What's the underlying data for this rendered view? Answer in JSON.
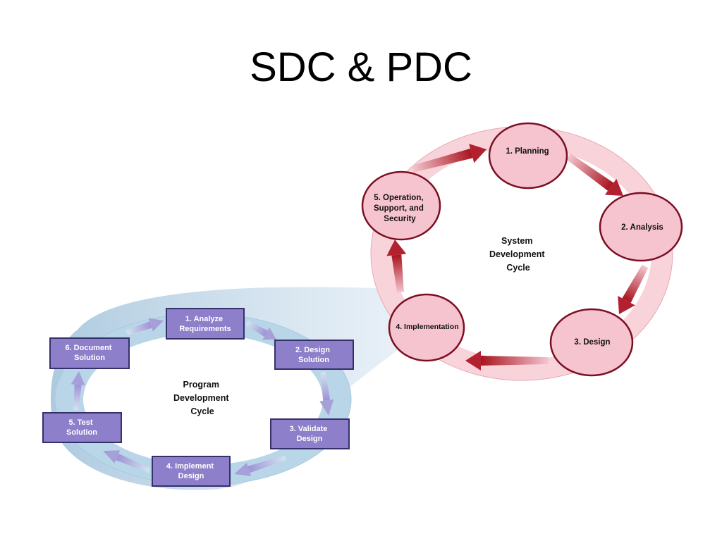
{
  "title": "SDC & PDC",
  "sdc": {
    "center_label": [
      "System",
      "Development",
      "Cycle"
    ],
    "steps": [
      {
        "lines": [
          "1. Planning"
        ]
      },
      {
        "lines": [
          "2. Analysis"
        ]
      },
      {
        "lines": [
          "3. Design"
        ]
      },
      {
        "lines": [
          "4. Implementation"
        ]
      },
      {
        "lines": [
          "5. Operation,",
          "Support, and",
          "Security"
        ]
      }
    ]
  },
  "pdc": {
    "center_label": [
      "Program",
      "Development",
      "Cycle"
    ],
    "steps": [
      {
        "lines": [
          "1. Analyze",
          "Requirements"
        ]
      },
      {
        "lines": [
          "2. Design",
          "Solution"
        ]
      },
      {
        "lines": [
          "3. Validate",
          "Design"
        ]
      },
      {
        "lines": [
          "4. Implement",
          "Design"
        ]
      },
      {
        "lines": [
          "5. Test",
          "Solution"
        ]
      },
      {
        "lines": [
          "6. Document",
          "Solution"
        ]
      }
    ]
  },
  "colors": {
    "sdc_node_fill": "#f6c4cf",
    "sdc_node_stroke": "#7a0f22",
    "sdc_ring": "#f9d3da",
    "sdc_arrow": "#b3202f",
    "pdc_box_fill": "#8d7fc9",
    "pdc_box_stroke": "#35306b",
    "pdc_ring": "#b9d6e8",
    "pdc_arrow": "#a79fd8"
  }
}
